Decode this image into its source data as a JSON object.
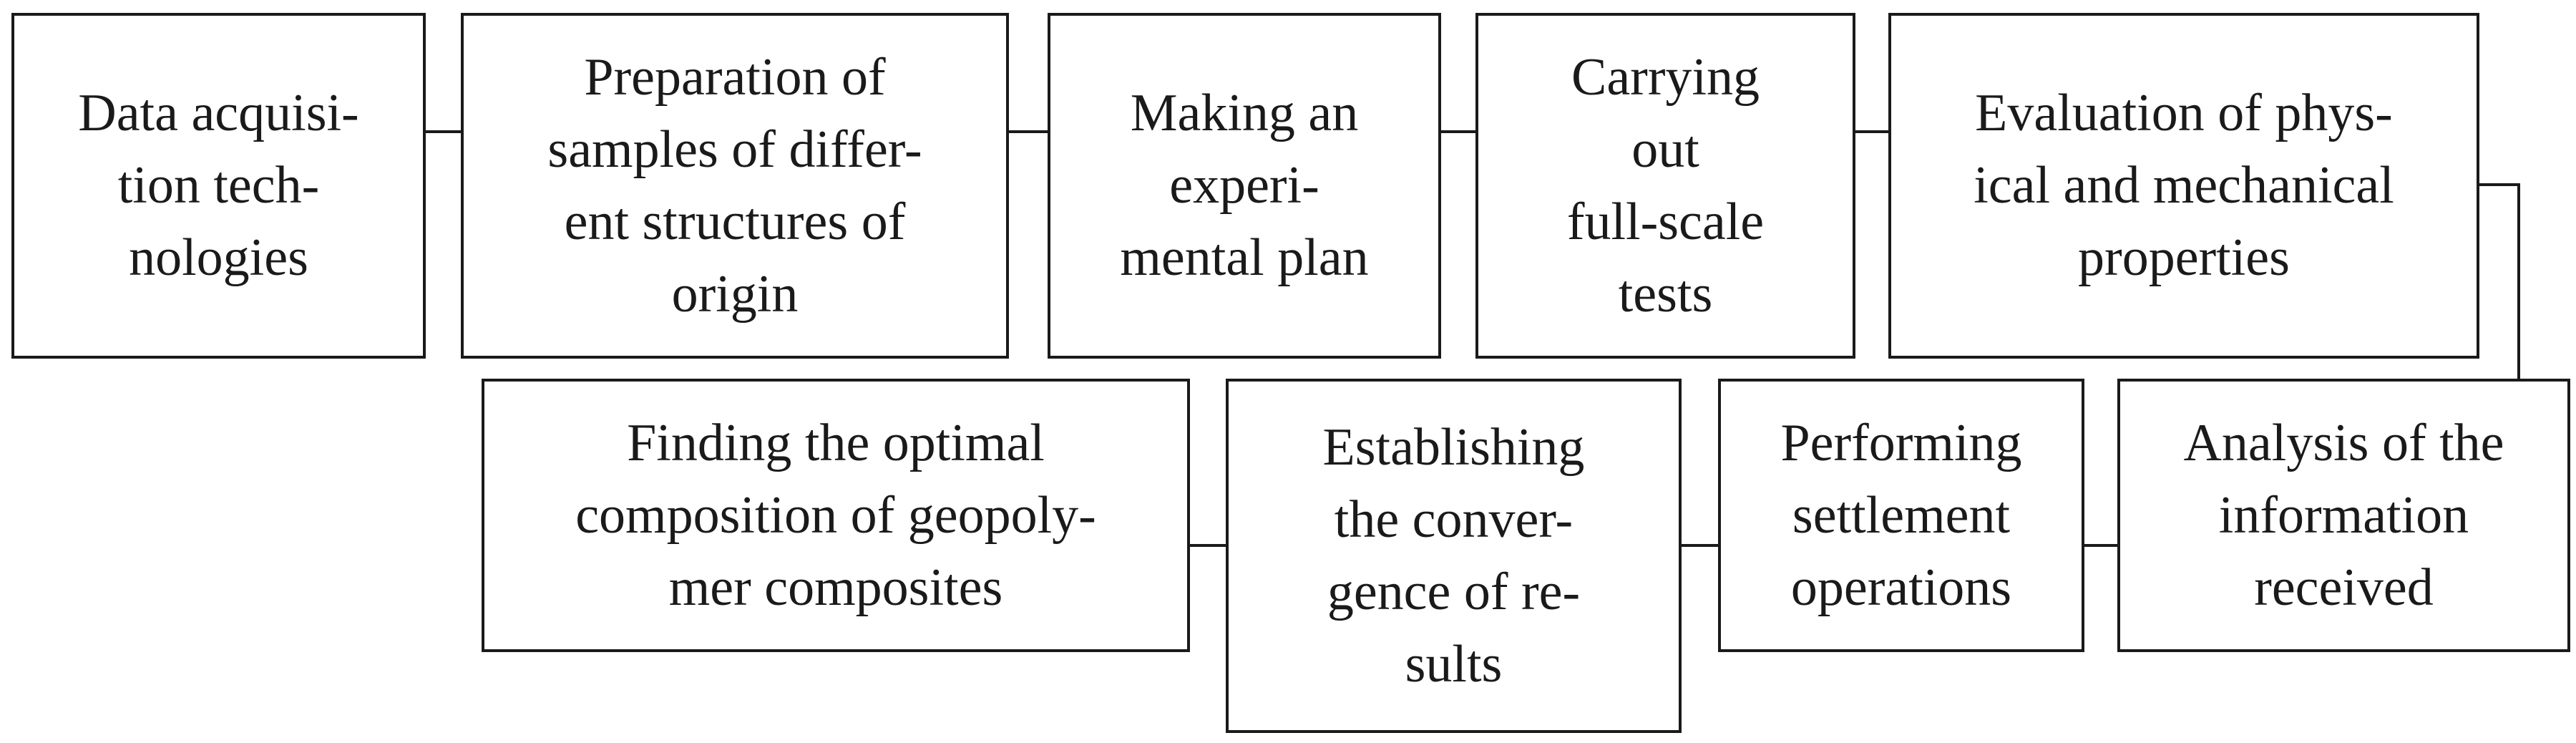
{
  "colors": {
    "stroke": "#1a1a1a",
    "background": "#ffffff"
  },
  "flow": {
    "steps": [
      {
        "id": "step-1",
        "label": "Data acquisi-\ntion tech-\nnologies"
      },
      {
        "id": "step-2",
        "label": "Preparation of\nsamples of differ-\nent structures of\norigin"
      },
      {
        "id": "step-3",
        "label": "Making an\nexperi-\nmental plan"
      },
      {
        "id": "step-4",
        "label": "Carrying\nout\nfull-scale\ntests"
      },
      {
        "id": "step-5",
        "label": "Evaluation of phys-\nical and mechanical\nproperties"
      },
      {
        "id": "step-6",
        "label": "Analysis of the\ninformation\nreceived"
      },
      {
        "id": "step-7",
        "label": "Performing\nsettlement\noperations"
      },
      {
        "id": "step-8",
        "label": "Establishing\nthe conver-\ngence of re-\nsults"
      },
      {
        "id": "step-9",
        "label": "Finding the optimal\ncomposition of geopoly-\nmer composites"
      }
    ],
    "connections": [
      [
        "step-1",
        "step-2"
      ],
      [
        "step-2",
        "step-3"
      ],
      [
        "step-3",
        "step-4"
      ],
      [
        "step-4",
        "step-5"
      ],
      [
        "step-5",
        "step-6"
      ],
      [
        "step-6",
        "step-7"
      ],
      [
        "step-7",
        "step-8"
      ],
      [
        "step-8",
        "step-9"
      ]
    ]
  }
}
